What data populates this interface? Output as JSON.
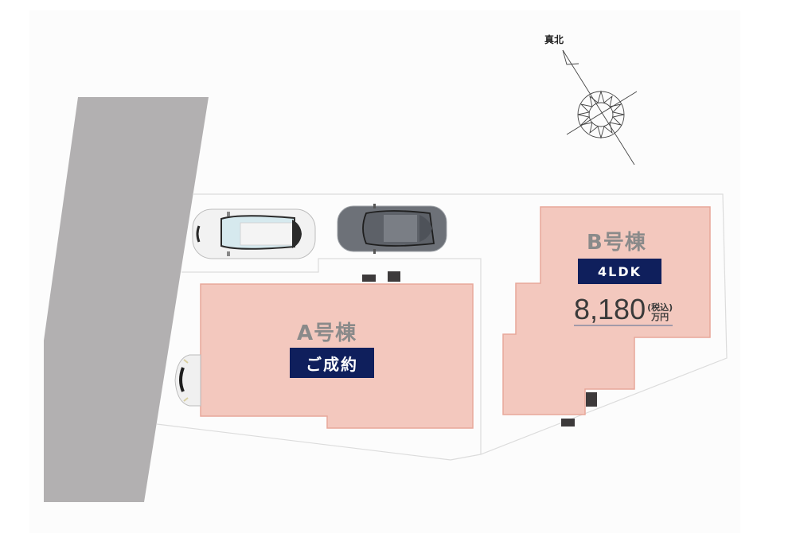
{
  "compass": {
    "label": "真北"
  },
  "buildings": [
    {
      "name": "A号棟",
      "status": "ご成約"
    },
    {
      "name": "B号棟",
      "layout": "4LDK",
      "price": "8,180",
      "price_tax_note": "(税込)",
      "price_unit": "万円"
    }
  ],
  "colors": {
    "building_fill": "#f3c8be",
    "building_stroke": "#e8a79a",
    "badge_bg": "#0f1f5c",
    "road": "#b2b0b1",
    "boundary": "#dcdcdc"
  }
}
